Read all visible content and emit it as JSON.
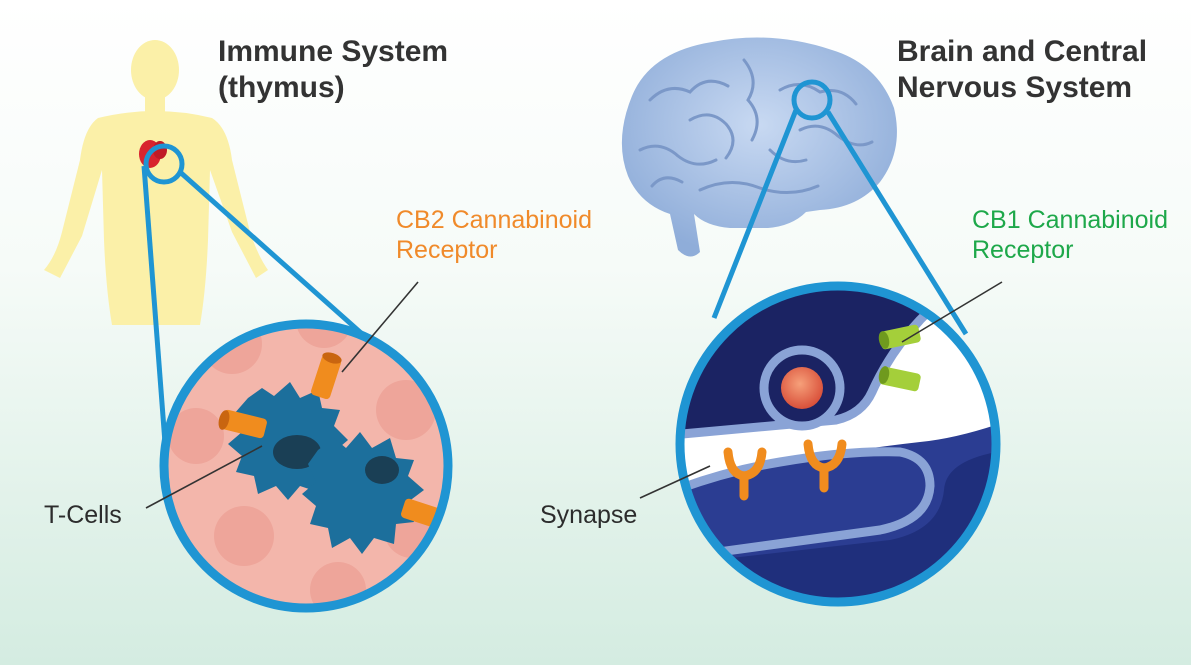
{
  "headings": {
    "immune_line1": "Immune System",
    "immune_line2": "(thymus)",
    "brain_line1": "Brain and Central",
    "brain_line2": "Nervous System"
  },
  "callouts": {
    "cb2_line1": "CB2 Cannabinoid",
    "cb2_line2": "Receptor",
    "cb1_line1": "CB1 Cannabinoid",
    "cb1_line2": "Receptor",
    "tcells": "T-Cells",
    "synapse": "Synapse"
  },
  "colors": {
    "magnifier_ring": "#1f95d3",
    "cb2_label": "#f08a2a",
    "cb1_label": "#1ea84a",
    "heading_text": "#333333",
    "body_silhouette": "#fbf0a8",
    "thymus": "#d8232e",
    "brain": "#9bb8e2",
    "tcell": "#1c6f9c",
    "receptor_orange": "#f08c1e",
    "receptor_green": "#a4cf3a",
    "neuron_dark": "#1b2363"
  }
}
